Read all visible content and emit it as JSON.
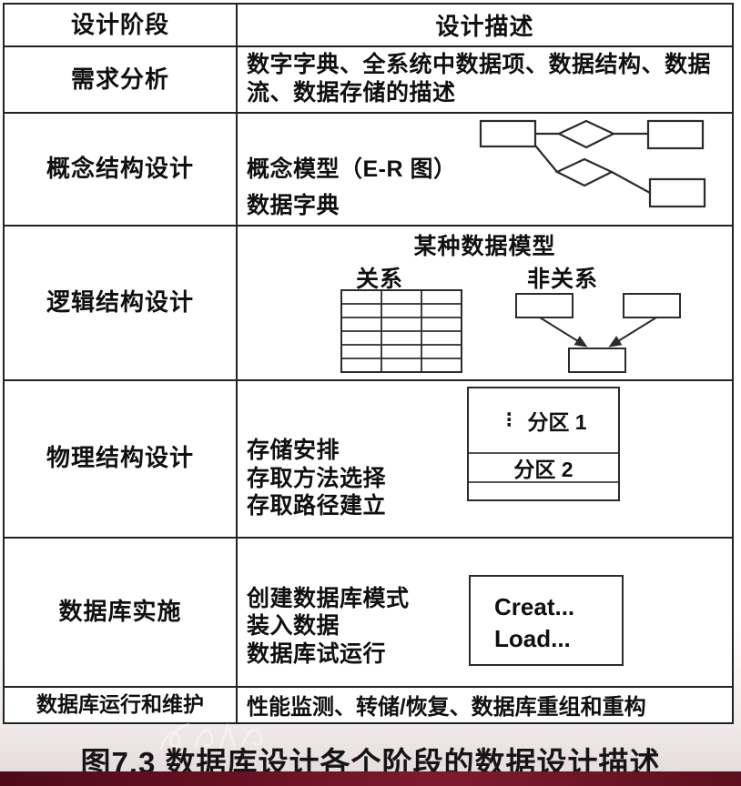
{
  "table": {
    "headers": {
      "stage": "设计阶段",
      "description": "设计描述"
    },
    "rows": [
      {
        "stage": "需求分析",
        "desc_lines": [
          "数字字典、全系统中数据项、数据结构、数据",
          "流、数据存储的描述"
        ]
      },
      {
        "stage": "概念结构设计",
        "desc_lines": [
          "概念模型（E-R 图）",
          "数据字典"
        ],
        "diagram": "er-diagram"
      },
      {
        "stage": "逻辑结构设计",
        "title": "某种数据模型",
        "sub_labels": {
          "relational": "关系",
          "non_relational": "非关系"
        },
        "diagram": "data-model-diagram",
        "relational_grid": {
          "columns": 3,
          "rows": 6
        }
      },
      {
        "stage": "物理结构设计",
        "desc_lines": [
          "存储安排",
          "存取方法选择",
          "存取路径建立"
        ],
        "diagram": "partition-diagram",
        "partitions": [
          "分区 1",
          "分区 2"
        ],
        "ellipsis": "⋮"
      },
      {
        "stage": "数据库实施",
        "desc_lines": [
          "创建数据库模式",
          "装入数据",
          "数据库试运行"
        ],
        "diagram": "script-box",
        "script_lines": [
          "Creat...",
          "Load..."
        ]
      },
      {
        "stage": "数据库运行和维护",
        "desc_lines": [
          "性能监测、转储/恢复、数据库重组和重构"
        ]
      }
    ]
  },
  "caption": "图7.3  数据库设计各个阶段的数据设计描述",
  "colors": {
    "table_border": "#222222",
    "text": "#101010",
    "band": "#6a1124",
    "page_background": "#ffffff"
  }
}
